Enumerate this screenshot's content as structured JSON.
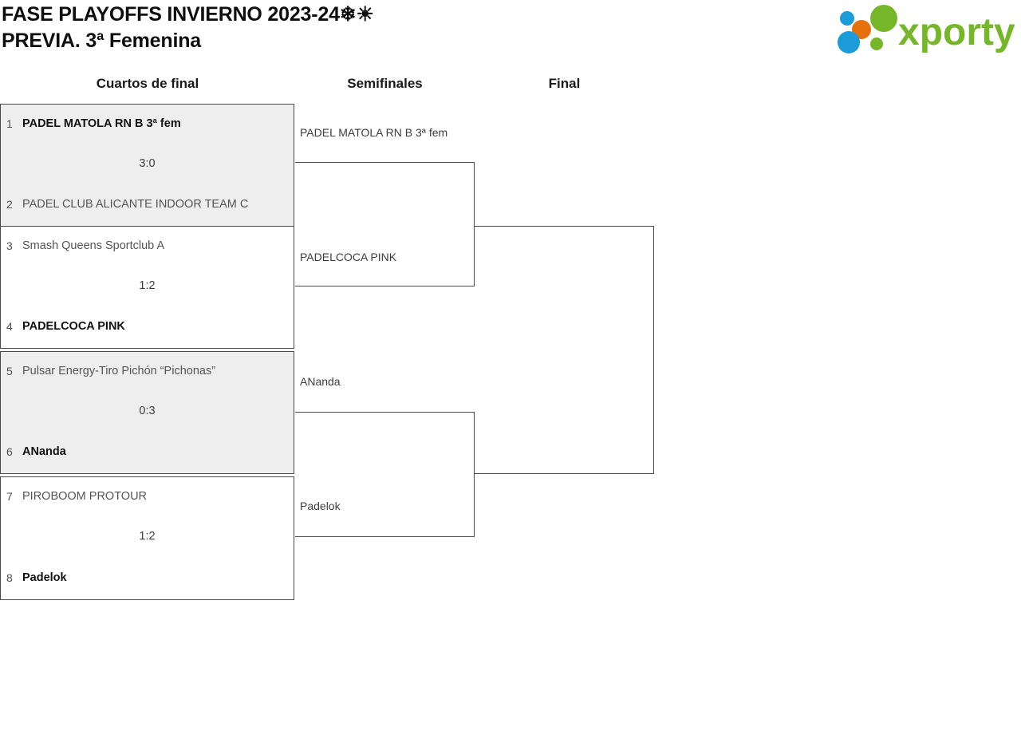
{
  "header": {
    "title": "FASE PLAYOFFS INVIERNO 2023-24❄☀\nPREVIA. 3ª Femenina",
    "logo_text": "xporty",
    "logo_colors": {
      "green": "#76b72a",
      "blue": "#1b9bd8",
      "orange": "#e8700a"
    }
  },
  "columns": {
    "quarterfinals_label": "Cuartos de final",
    "semifinals_label": "Semifinales",
    "final_label": "Final"
  },
  "bracket": {
    "quarterfinals": [
      {
        "id": "qf-1",
        "shaded": true,
        "score": "3:0",
        "top": {
          "seed": "1",
          "name": "PADEL MATOLA RN B 3ª fem",
          "winner": true
        },
        "bottom": {
          "seed": "2",
          "name": "PADEL CLUB ALICANTE INDOOR TEAM C",
          "winner": false
        }
      },
      {
        "id": "qf-2",
        "shaded": false,
        "score": "1:2",
        "top": {
          "seed": "3",
          "name": "Smash Queens Sportclub A",
          "winner": false
        },
        "bottom": {
          "seed": "4",
          "name": "PADELCOCA PINK",
          "winner": true
        }
      },
      {
        "id": "qf-3",
        "shaded": true,
        "score": "0:3",
        "top": {
          "seed": "5",
          "name": "Pulsar Energy-Tiro Pichón “Pichonas”",
          "winner": false
        },
        "bottom": {
          "seed": "6",
          "name": "ANanda",
          "winner": true
        }
      },
      {
        "id": "qf-4",
        "shaded": false,
        "score": "1:2",
        "top": {
          "seed": "7",
          "name": "PIROBOOM PROTOUR",
          "winner": false
        },
        "bottom": {
          "seed": "8",
          "name": "Padelok",
          "winner": true
        }
      }
    ],
    "semifinals": [
      {
        "id": "sf-1",
        "top_team": "PADEL MATOLA RN B 3ª fem",
        "bottom_team": "PADELCOCA PINK",
        "score": ""
      },
      {
        "id": "sf-2",
        "top_team": "ANanda",
        "bottom_team": "Padelok",
        "score": ""
      }
    ],
    "final": {
      "id": "final",
      "top_team": "",
      "bottom_team": "",
      "score": ""
    }
  }
}
